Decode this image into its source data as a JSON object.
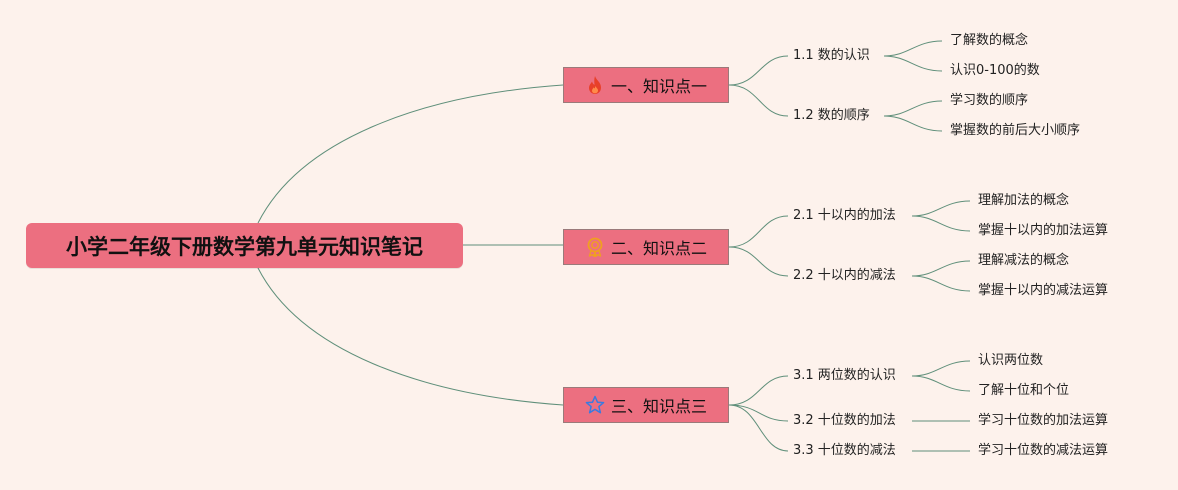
{
  "root": {
    "label": "小学二年级下册数学第九单元知识笔记"
  },
  "topics": [
    {
      "label": "一、知识点一",
      "icon": "fire-icon",
      "subs": [
        {
          "label": "1.1 数的认识",
          "leaves": [
            "了解数的概念",
            "认识0-100的数"
          ]
        },
        {
          "label": "1.2 数的顺序",
          "leaves": [
            "学习数的顺序",
            "掌握数的前后大小顺序"
          ]
        }
      ]
    },
    {
      "label": "二、知识点二",
      "icon": "medal-icon",
      "subs": [
        {
          "label": "2.1 十以内的加法",
          "leaves": [
            "理解加法的概念",
            "掌握十以内的加法运算"
          ]
        },
        {
          "label": "2.2 十以内的减法",
          "leaves": [
            "理解减法的概念",
            "掌握十以内的减法运算"
          ]
        }
      ]
    },
    {
      "label": "三、知识点三",
      "icon": "star-icon",
      "subs": [
        {
          "label": "3.1 两位数的认识",
          "leaves": [
            "认识两位数",
            "了解十位和个位"
          ]
        },
        {
          "label": "3.2 十位数的加法",
          "leaves": [
            "学习十位数的加法运算"
          ]
        },
        {
          "label": "3.3 十位数的减法",
          "leaves": [
            "学习十位数的减法运算"
          ]
        }
      ]
    }
  ],
  "colors": {
    "background": "#fdf2ec",
    "node_fill": "#ec6f80",
    "connector": "#5f8f7a",
    "fire_icon": "#e8402a",
    "medal_icon": "#f0a020",
    "star_icon": "#3a7be0"
  }
}
